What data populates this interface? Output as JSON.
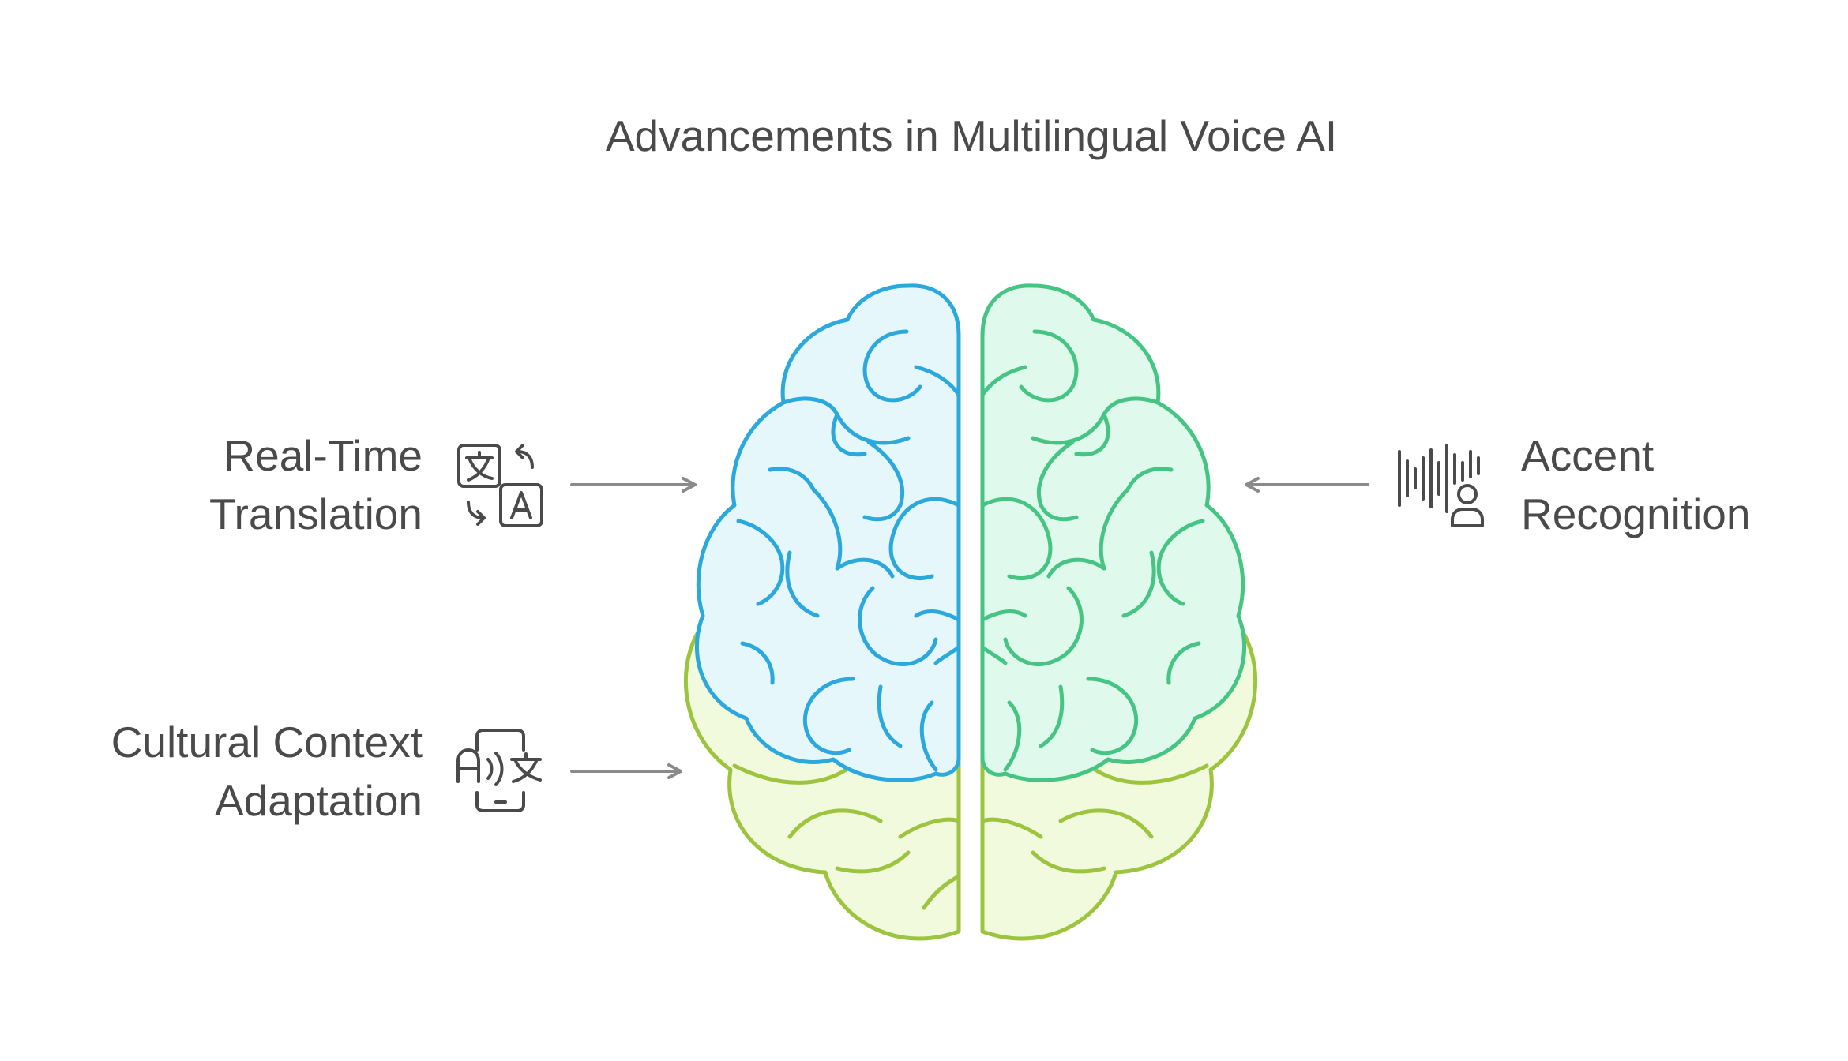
{
  "title": "Advancements in Multilingual Voice AI",
  "items": [
    {
      "line1": "Real-Time",
      "line2": "Translation",
      "icon": "translate-icon",
      "side": "left"
    },
    {
      "line1": "Cultural Context",
      "line2": "Adaptation",
      "icon": "voice-translate-device-icon",
      "side": "left"
    },
    {
      "line1": "Accent",
      "line2": "Recognition",
      "icon": "voice-waveform-user-icon",
      "side": "right"
    }
  ],
  "colors": {
    "blue_stroke": "#2BA8DC",
    "blue_fill": "#E6F7FC",
    "green_stroke": "#45C483",
    "green_fill": "#DFFAEC",
    "lime_stroke": "#9CC43E",
    "lime_fill": "#F1FADC",
    "text": "#4a4a4a",
    "arrow": "#8a8a8a"
  }
}
